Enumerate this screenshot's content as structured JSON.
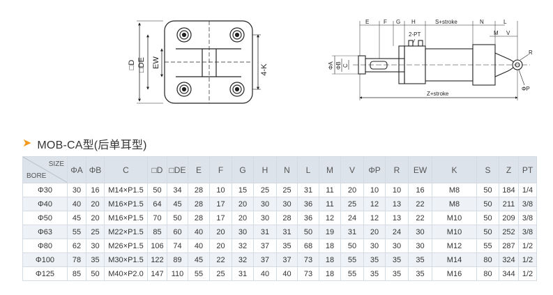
{
  "title": "MOB-CA型(后单耳型)",
  "drawings": {
    "front_view_labels": {
      "d": "□D",
      "de": "□DE",
      "ew": "EW",
      "k": "4-K"
    },
    "side_view_labels": {
      "e": "E",
      "f": "F",
      "g": "G",
      "h": "H",
      "s_stroke": "S+stroke",
      "n": "N",
      "l": "L",
      "m": "M",
      "v": "V",
      "pt": "2-PT",
      "a": "ΦA",
      "b": "ΦB",
      "c": "C",
      "r": "R",
      "p": "ΦP",
      "z_stroke": "Z+stroke"
    }
  },
  "table": {
    "corner_top": "SIZE",
    "corner_bottom": "BORE",
    "headers": [
      "ΦA",
      "ΦB",
      "C",
      "□D",
      "□DE",
      "E",
      "F",
      "G",
      "H",
      "N",
      "L",
      "M",
      "V",
      "ΦP",
      "R",
      "EW",
      "K",
      "S",
      "Z",
      "PT"
    ],
    "rows": [
      [
        "Φ30",
        "30",
        "16",
        "M14×P1.5",
        "50",
        "34",
        "28",
        "10",
        "15",
        "25",
        "25",
        "31",
        "11",
        "20",
        "10",
        "10",
        "16",
        "M8",
        "50",
        "184",
        "1/4"
      ],
      [
        "Φ40",
        "40",
        "20",
        "M16×P1.5",
        "64",
        "45",
        "28",
        "17",
        "20",
        "30",
        "30",
        "36",
        "11",
        "25",
        "12",
        "13",
        "22",
        "M8",
        "50",
        "211",
        "3/8"
      ],
      [
        "Φ50",
        "45",
        "20",
        "M16×P1.5",
        "70",
        "50",
        "28",
        "17",
        "20",
        "30",
        "28",
        "36",
        "12",
        "24",
        "12",
        "13",
        "22",
        "M10",
        "50",
        "209",
        "3/8"
      ],
      [
        "Φ63",
        "55",
        "25",
        "M22×P1.5",
        "85",
        "60",
        "40",
        "20",
        "30",
        "31",
        "31",
        "50",
        "19",
        "31",
        "20",
        "24",
        "30",
        "M10",
        "50",
        "252",
        "3/8"
      ],
      [
        "Φ80",
        "62",
        "30",
        "M26×P1.5",
        "106",
        "74",
        "40",
        "20",
        "32",
        "37",
        "35",
        "68",
        "18",
        "50",
        "30",
        "30",
        "30",
        "M12",
        "55",
        "287",
        "1/2"
      ],
      [
        "Φ100",
        "78",
        "35",
        "M30×P1.5",
        "122",
        "89",
        "45",
        "22",
        "32",
        "37",
        "37",
        "73",
        "18",
        "55",
        "35",
        "35",
        "35",
        "M14",
        "80",
        "324",
        "1/2"
      ],
      [
        "Φ125",
        "85",
        "50",
        "M40×P2.0",
        "147",
        "110",
        "55",
        "25",
        "31",
        "40",
        "40",
        "73",
        "18",
        "55",
        "35",
        "35",
        "35",
        "M16",
        "80",
        "344",
        "1/2"
      ]
    ]
  }
}
